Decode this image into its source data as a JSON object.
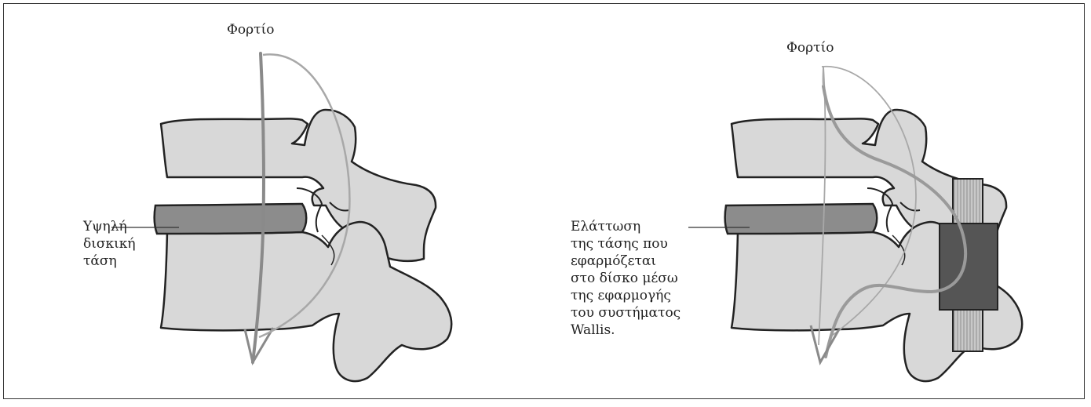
{
  "left_panel": {
    "load_label": "Φορτίο",
    "disc_label_lines": [
      "Υψηλή",
      "δισκική",
      "τάση"
    ]
  },
  "right_panel": {
    "load_label": "Φορτίο",
    "disc_label_lines": [
      "Ελάττωση",
      "της τάσης που",
      "εφαρμόζεται",
      "στο δίσκο μέσω",
      "της εφαρμογής",
      "του συστήματος",
      "Wallis."
    ]
  },
  "colors": {
    "bone": "#d8d8d8",
    "bone_outline": "#222222",
    "disc": "#8c8c8c",
    "load_arrow": "#8a8a8a",
    "load_path_light": "#a8a8a8",
    "device_block": "#555555",
    "device_band": "#c8c8c8"
  }
}
